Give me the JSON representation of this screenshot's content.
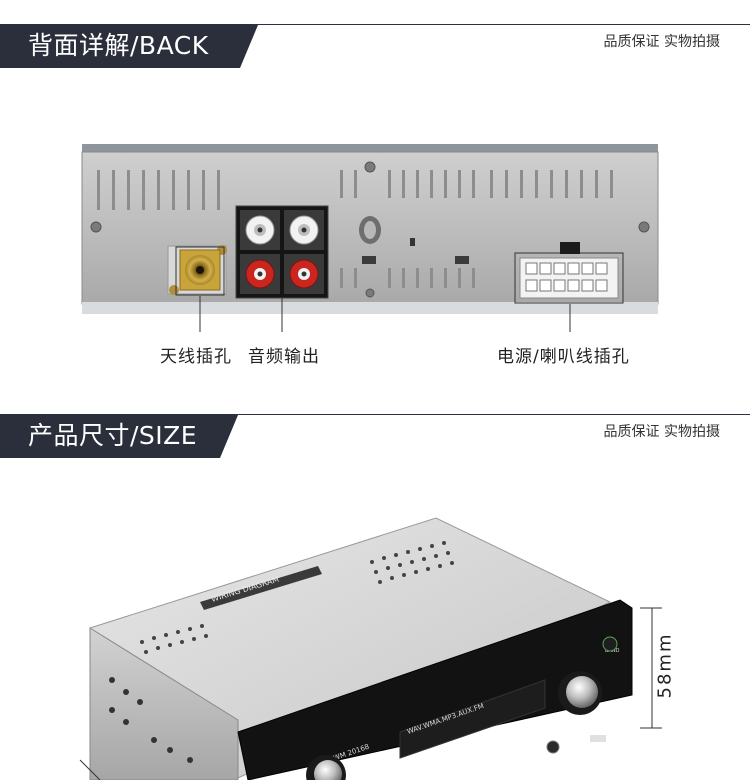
{
  "back_section": {
    "title": "背面详解/BACK",
    "slogan": "品质保证 实物拍摄",
    "labels": {
      "antenna": "天线插孔",
      "audio": "音频输出",
      "power": "电源/喇叭线插孔"
    }
  },
  "size_section": {
    "title": "产品尺寸/SIZE",
    "slogan": "品质保证 实物拍摄",
    "height_label": "58mm",
    "panel_text": "WAV.WMA.MP3.AUX.FM",
    "model_text": "SWM 20168",
    "top_label": "WIRING DIAGRAM",
    "band_label": "BAND"
  },
  "colors": {
    "bar": "#2a2f3b",
    "rca_red": "#c8261e",
    "rca_white": "#e8e8e8",
    "antenna_gold": "#c9a43a",
    "metal": "#b9b9b9"
  }
}
